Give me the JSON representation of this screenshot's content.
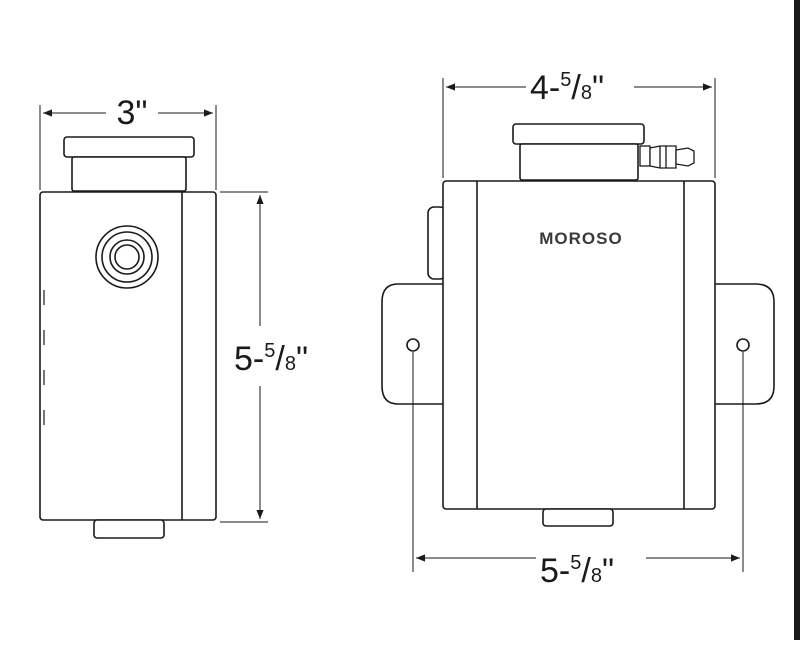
{
  "diagram": {
    "brand_label": "MOROSO",
    "side_view": {
      "width": {
        "main": "3\"",
        "num": "",
        "den": "",
        "tail": ""
      },
      "height": {
        "main": "5-",
        "num": "5",
        "den": "8",
        "tail": "\""
      }
    },
    "front_view": {
      "width": {
        "main": "4-",
        "num": "5",
        "den": "8",
        "tail": "\""
      },
      "mount_width": {
        "main": "5-",
        "num": "5",
        "den": "8",
        "tail": "\""
      }
    }
  },
  "colors": {
    "line": "#1a1a1a",
    "fill": "#ffffff",
    "brand": "#3a3a3a"
  }
}
